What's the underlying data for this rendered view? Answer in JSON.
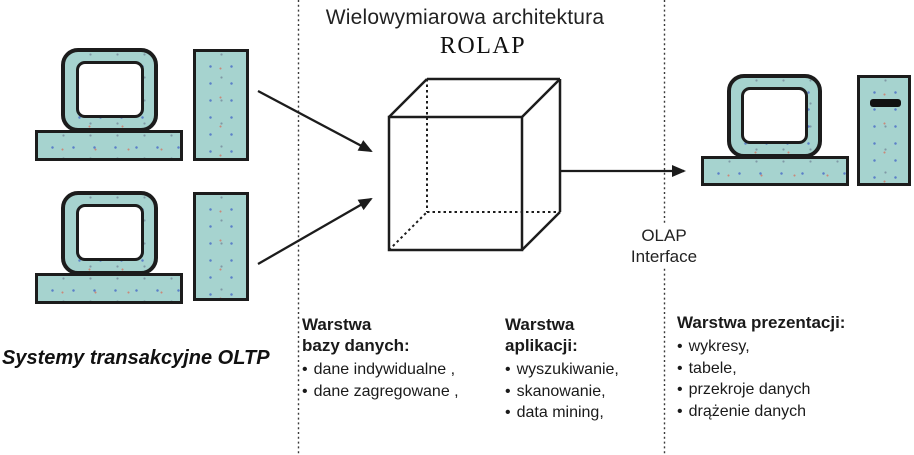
{
  "diagram": {
    "title_line1": "Wielowymiarowa architektura",
    "title_line2": "ROLAP",
    "oltp_label": "Systemy transakcyjne OLTP",
    "olap_interface": {
      "line1": "OLAP",
      "line2": "Interface"
    },
    "bullet_char": "•",
    "columns": [
      {
        "heading_line1": "Warstwa",
        "heading_line2": "bazy danych:",
        "items": [
          "dane indywidualne ,",
          "dane zagregowane ,"
        ]
      },
      {
        "heading_line1": "Warstwa",
        "heading_line2": "aplikacji:",
        "items": [
          "wyszukiwanie,",
          "skanowanie,",
          "data mining,"
        ]
      },
      {
        "heading_line1": "Warstwa prezentacji:",
        "heading_line2": "",
        "items": [
          "wykresy,",
          "tabele,",
          "przekroje danych",
          "drążenie danych"
        ]
      }
    ],
    "colors": {
      "device_fill": "#a6d3cf",
      "outline": "#1c1c1c",
      "text": "#1a1a1a",
      "background": "#ffffff"
    }
  }
}
